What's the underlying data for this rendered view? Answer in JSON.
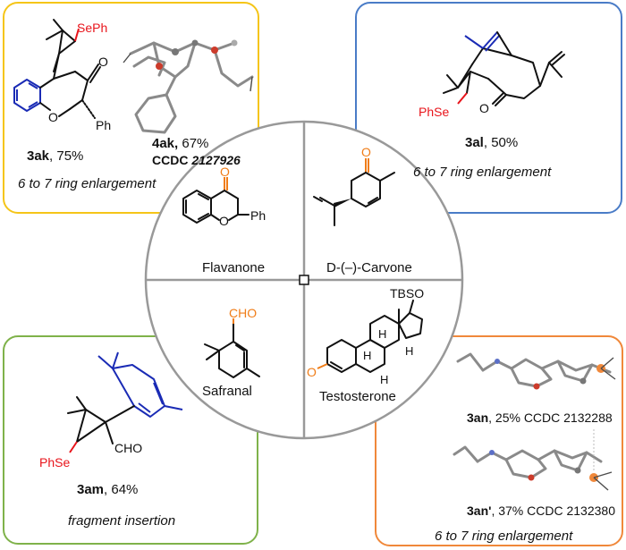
{
  "colors": {
    "topleft_border": "#f5c518",
    "topright_border": "#4a7cc7",
    "bottomleft_border": "#7fb24a",
    "bottomright_border": "#f0883a",
    "selenium_red": "#e8141b",
    "carbonyl_orange": "#f07d18",
    "benzo_blue": "#1a2bb5"
  },
  "center": {
    "flavanone": {
      "name": "Flavanone",
      "o_ring": "O",
      "o_keto": "O",
      "ph": "Ph"
    },
    "carvone": {
      "name": "D-(–)-Carvone",
      "o": "O"
    },
    "safranal": {
      "name": "Safranal",
      "cho": "CHO"
    },
    "testosterone": {
      "name": "Testosterone",
      "tbso": "TBSO",
      "h1": "H",
      "h2": "H",
      "h3": "H",
      "h4": "H",
      "o": "O"
    }
  },
  "panel_top_left": {
    "seph": "SePh",
    "o_keto": "O",
    "o_ring": "O",
    "ph": "Ph",
    "cmpd_3ak": "3ak",
    "yield_3ak": ", 75%",
    "cmpd_4ak": "4ak,",
    "yield_4ak": " 67%",
    "ccdc_prefix": "CCDC ",
    "ccdc_num": "2127926",
    "caption": "6 to 7 ring enlargement"
  },
  "panel_top_right": {
    "phse": "PhSe",
    "o": "O",
    "cmpd": "3al",
    "yield": ", 50%",
    "caption": "6 to 7 ring enlargement"
  },
  "panel_bottom_left": {
    "phse": "PhSe",
    "cho": "CHO",
    "cmpd": "3am",
    "yield": ", 64%",
    "caption": "fragment insertion"
  },
  "panel_bottom_right": {
    "cmpd1": "3an",
    "line1": ", 25% CCDC 2132288",
    "cmpd2": "3an'",
    "line2": ", 37% CCDC 2132380",
    "caption": "6 to 7 ring enlargement"
  }
}
